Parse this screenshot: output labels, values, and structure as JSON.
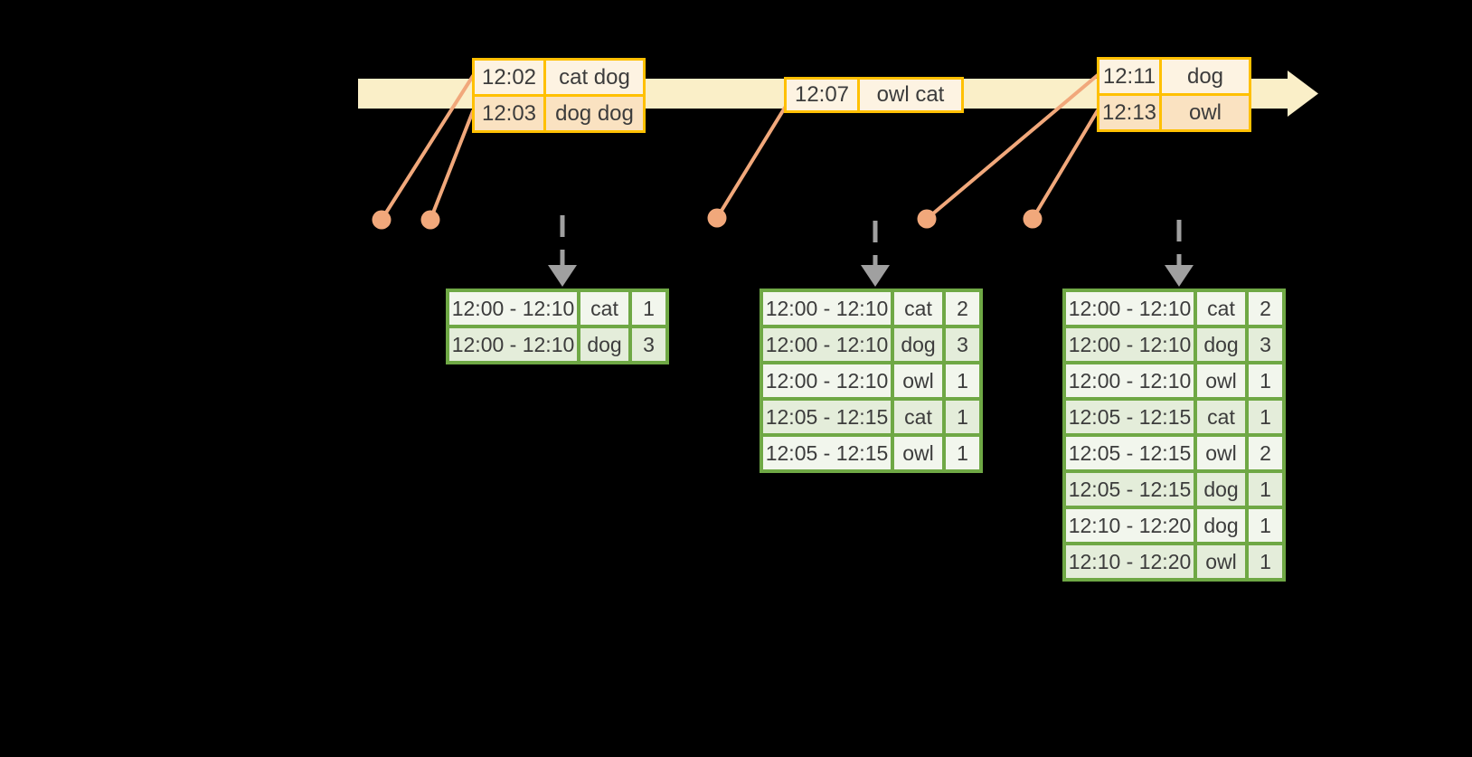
{
  "diagram_title": "windowed-grouped-aggregation-stream",
  "timeline": {
    "description": "horizontal event-time arrow"
  },
  "event_tables": [
    {
      "rows": [
        [
          "12:02",
          "cat dog"
        ],
        [
          "12:03",
          "dog dog"
        ]
      ]
    },
    {
      "rows": [
        [
          "12:07",
          "owl cat"
        ]
      ]
    },
    {
      "rows": [
        [
          "12:11",
          "dog"
        ],
        [
          "12:13",
          "owl"
        ]
      ]
    }
  ],
  "result_tables": [
    {
      "rows": [
        [
          "12:00 - 12:10",
          "cat",
          "1"
        ],
        [
          "12:00 - 12:10",
          "dog",
          "3"
        ]
      ]
    },
    {
      "rows": [
        [
          "12:00 - 12:10",
          "cat",
          "2"
        ],
        [
          "12:00 - 12:10",
          "dog",
          "3"
        ],
        [
          "12:00 - 12:10",
          "owl",
          "1"
        ],
        [
          "12:05 - 12:15",
          "cat",
          "1"
        ],
        [
          "12:05 - 12:15",
          "owl",
          "1"
        ]
      ]
    },
    {
      "rows": [
        [
          "12:00 - 12:10",
          "cat",
          "2"
        ],
        [
          "12:00 - 12:10",
          "dog",
          "3"
        ],
        [
          "12:00 - 12:10",
          "owl",
          "1"
        ],
        [
          "12:05 - 12:15",
          "cat",
          "1"
        ],
        [
          "12:05 - 12:15",
          "owl",
          "2"
        ],
        [
          "12:05 - 12:15",
          "dog",
          "1"
        ],
        [
          "12:10 - 12:20",
          "dog",
          "1"
        ],
        [
          "12:10 - 12:20",
          "owl",
          "1"
        ]
      ]
    }
  ],
  "colors": {
    "background": "#000000",
    "timeline_fill": "#FAEFC8",
    "event_table_border": "#FFC000",
    "event_row_peach": "#FAE2C1",
    "event_row_cream": "#FDF3E2",
    "connector_salmon": "#F1A87B",
    "trigger_arrow_gray": "#A0A0A0",
    "result_table_border": "#6FA845",
    "result_row_dark": "#E4EDDA",
    "result_row_light": "#F2F6ED",
    "table_text": "#3C3C3C"
  }
}
